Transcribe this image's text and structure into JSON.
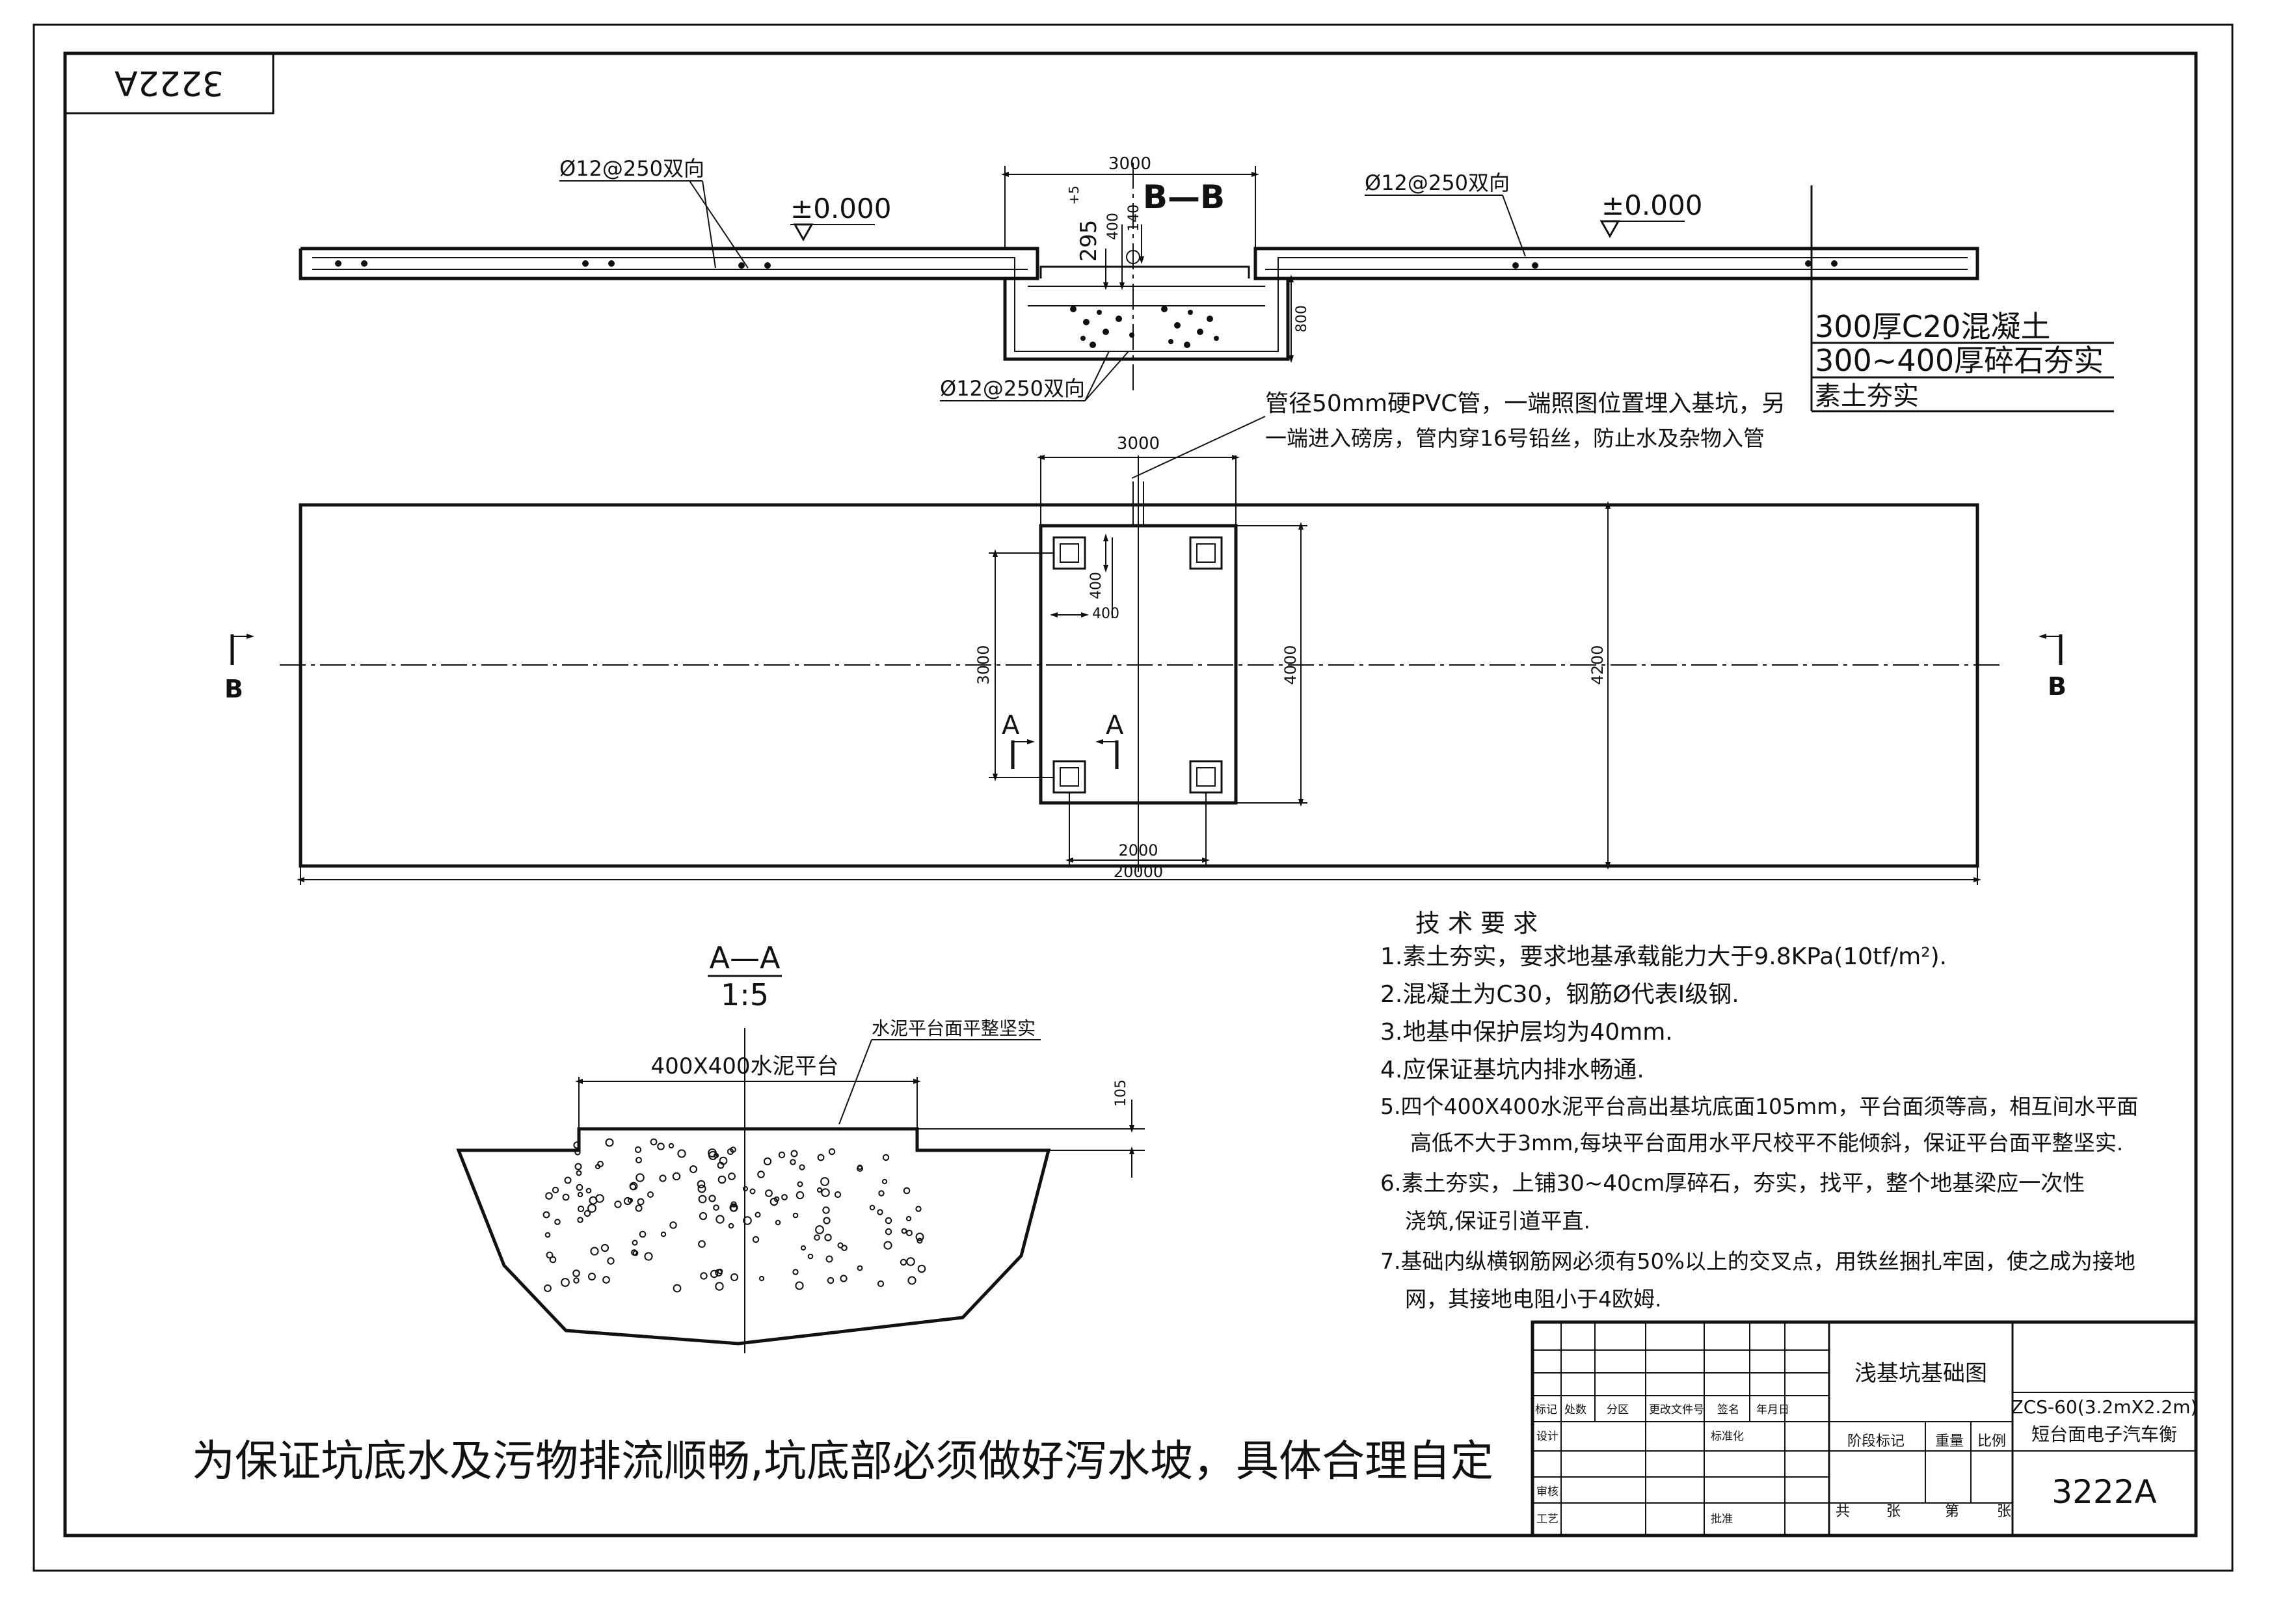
{
  "drawing": {
    "stamp": "3222A",
    "section_bb": {
      "title": "B—B",
      "rebar_left": "Ø12@250双向",
      "rebar_right": "Ø12@250双向",
      "rebar_bottom": "Ø12@250双向",
      "elev_left": "±0.000",
      "elev_right": "±0.000",
      "dim_width": "3000",
      "dim_295": "295",
      "dim_plus5": "+5",
      "dim_400": "400",
      "dim_140": "140",
      "dim_800": "800"
    },
    "layers": [
      "300厚C20混凝土",
      "300~400厚碎石夯实",
      "素土夯实"
    ],
    "pipe_note": [
      "管径50mm硬PVC管，一端照图位置埋入基坑，另",
      "一端进入磅房，管内穿16号铅丝，防止水及杂物入管"
    ],
    "plan": {
      "dim_top": "3000",
      "dim_pad_h": "400",
      "dim_pad_w": "400",
      "dim_3000_v": "3000",
      "dim_4000_v": "4000",
      "dim_4200_v": "4200",
      "dim_2000": "2000",
      "dim_20000": "20000",
      "label_b": "B",
      "label_a": "A"
    },
    "section_aa": {
      "title": "A—A",
      "scale": "1:5",
      "pad_label": "400X400水泥平台",
      "surface_note": "水泥平台面平整坚实",
      "dim_105": "105"
    },
    "tech": {
      "heading": "技 术 要 求",
      "items": [
        "1.素土夯实，要求地基承载能力大于9.8KPa(10tf/m²).",
        "2.混凝土为C30，钢筋Ø代表Ⅰ级钢.",
        "3.地基中保护层均为40mm.",
        "4.应保证基坑内排水畅通.",
        "5.四个400X400水泥平台高出基坑底面105mm，平台面须等高，相互间水平面",
        "高低不大于3mm,每块平台面用水平尺校平不能倾斜，保证平台面平整坚实.",
        "6.素土夯实，上铺30~40cm厚碎石，夯实，找平，整个地基梁应一次性",
        "浇筑,保证引道平直.",
        "7.基础内纵横钢筋网必须有50%以上的交叉点，用铁丝捆扎牢固，使之成为接地",
        "网，其接地电阻小于4欧姆."
      ]
    },
    "bottom_note": "为保证坑底水及污物排流顺畅,坑底部必须做好泻水坡，具体合理自定",
    "title_block": {
      "drawing_name": "浅基坑基础图",
      "model": "ZCS-60(3.2mX2.2m)",
      "product": "短台面电子汽车衡",
      "number": "3222A",
      "rev_headers": [
        "标记",
        "处数",
        "分区",
        "更改文件号",
        "签名",
        "年月日"
      ],
      "design": "设计",
      "standard": "标准化",
      "stage": "阶段标记",
      "weight": "重量",
      "ratio": "比例",
      "review": "审核",
      "process": "工艺",
      "approve": "批准",
      "total": "共",
      "sheets": "张",
      "sheet_no": "第",
      "page": "张"
    }
  }
}
